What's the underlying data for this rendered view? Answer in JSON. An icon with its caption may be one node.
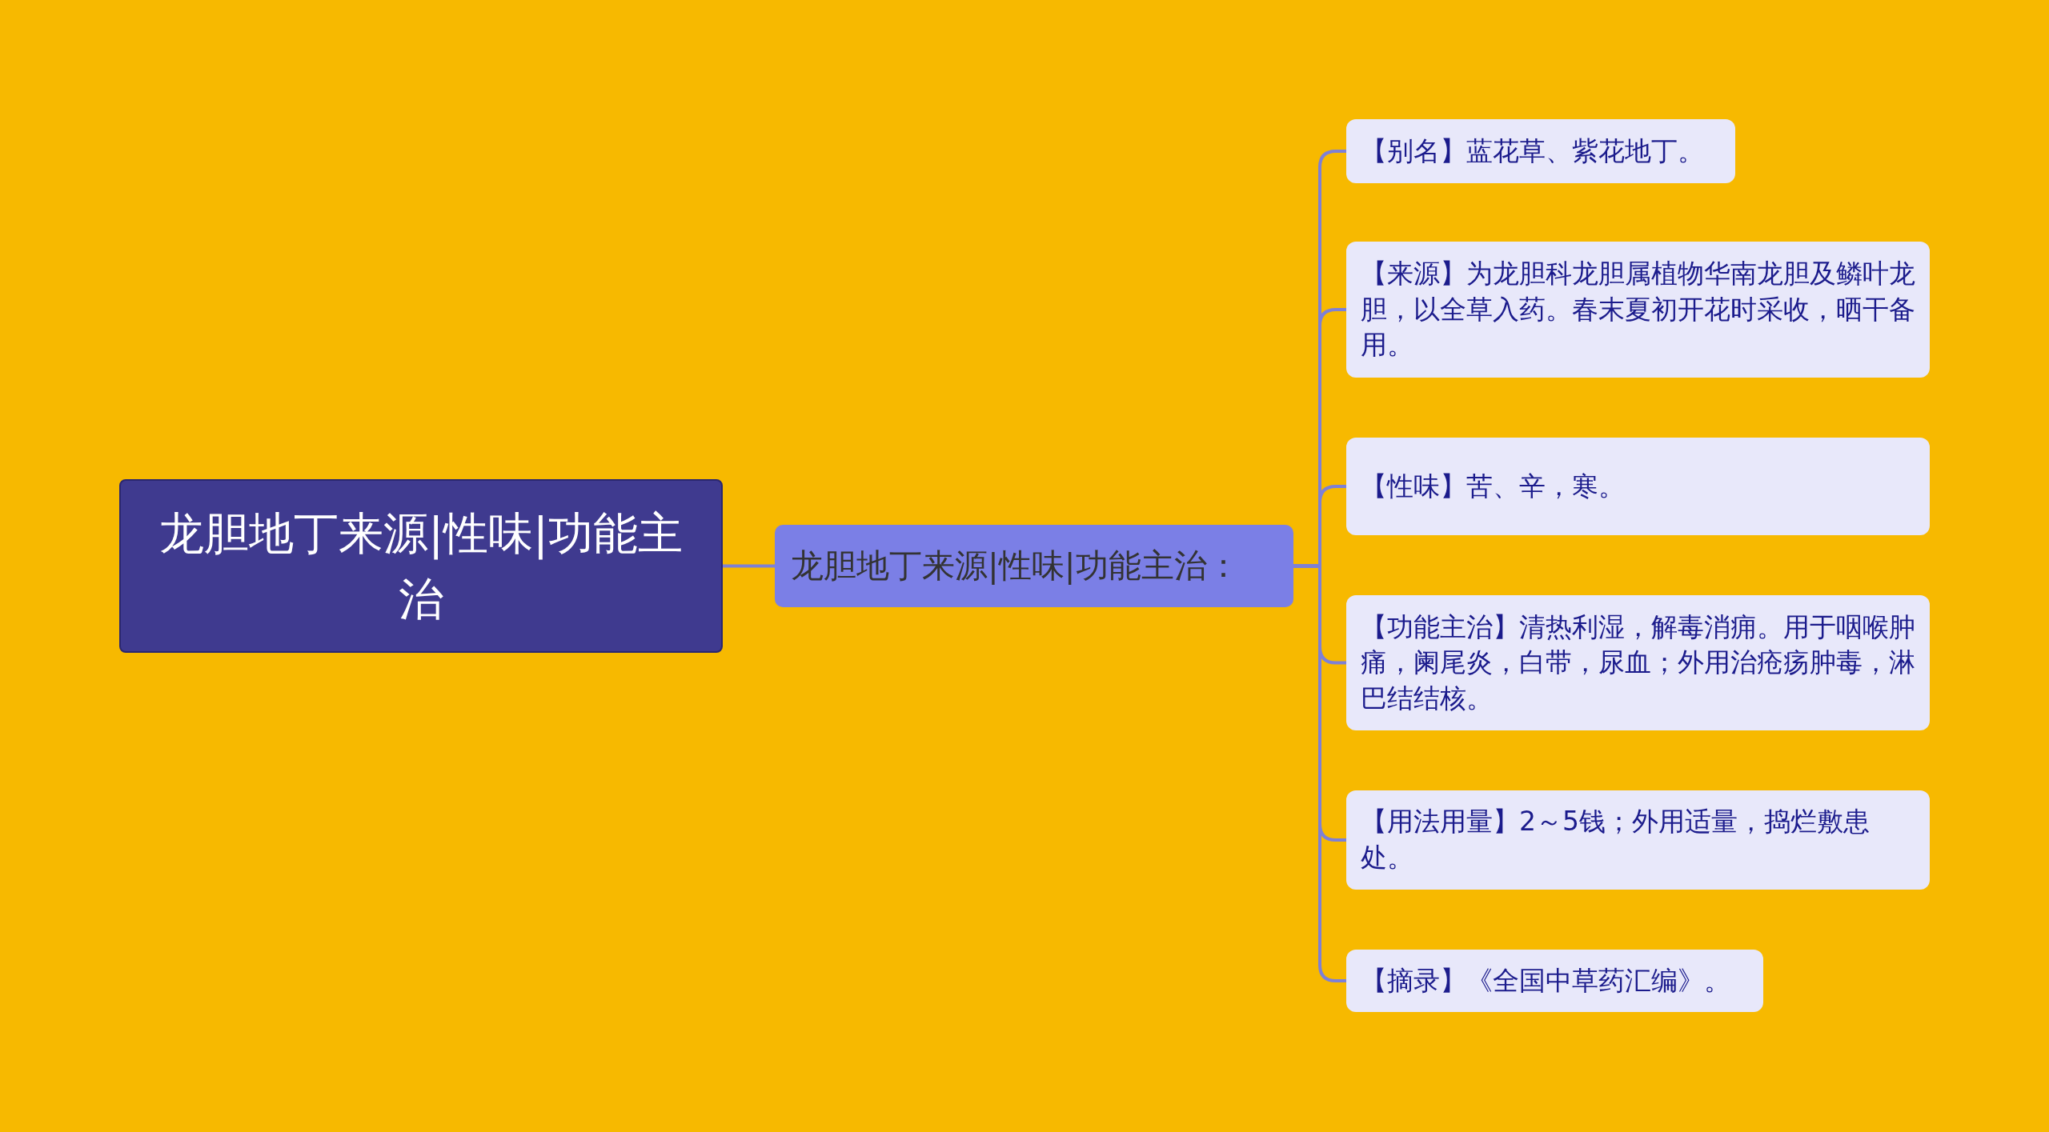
{
  "diagram": {
    "nodes": [
      {
        "text": [
          "龙胆地丁来源|性味|功能主治"
        ]
      },
      {
        "text": [
          "龙胆地丁来源|性味|功能主治："
        ]
      },
      {
        "text": [
          "【别名】蓝花草、紫花地丁。"
        ]
      },
      {
        "text": [
          "【来源】为龙胆科龙胆属植物华南龙胆及鳞叶龙胆，以全草入药。春末夏初开花时采收，晒干备用。"
        ]
      },
      {
        "text": [
          "【性味】苦、辛，寒。"
        ]
      },
      {
        "text": [
          "【功能主治】清热利湿，解毒消痈。用于咽喉肿痛，阑尾炎，白带，尿血；外用治疮疡肿毒，淋巴结结核。"
        ]
      },
      {
        "text": [
          "【用法用量】2～5钱；外用适量，捣烂敷患处。"
        ]
      },
      {
        "text": [
          "【摘录】《全国中草药汇编》。"
        ]
      }
    ],
    "edges": [
      {
        "from": 0,
        "to": 1,
        "arrow": "none"
      },
      {
        "from": 1,
        "to": 2,
        "arrow": "none"
      },
      {
        "from": 1,
        "to": 3,
        "arrow": "none"
      },
      {
        "from": 1,
        "to": 4,
        "arrow": "none"
      },
      {
        "from": 1,
        "to": 5,
        "arrow": "none"
      },
      {
        "from": 1,
        "to": 6,
        "arrow": "none"
      },
      {
        "from": 1,
        "to": 7,
        "arrow": "none"
      }
    ]
  }
}
